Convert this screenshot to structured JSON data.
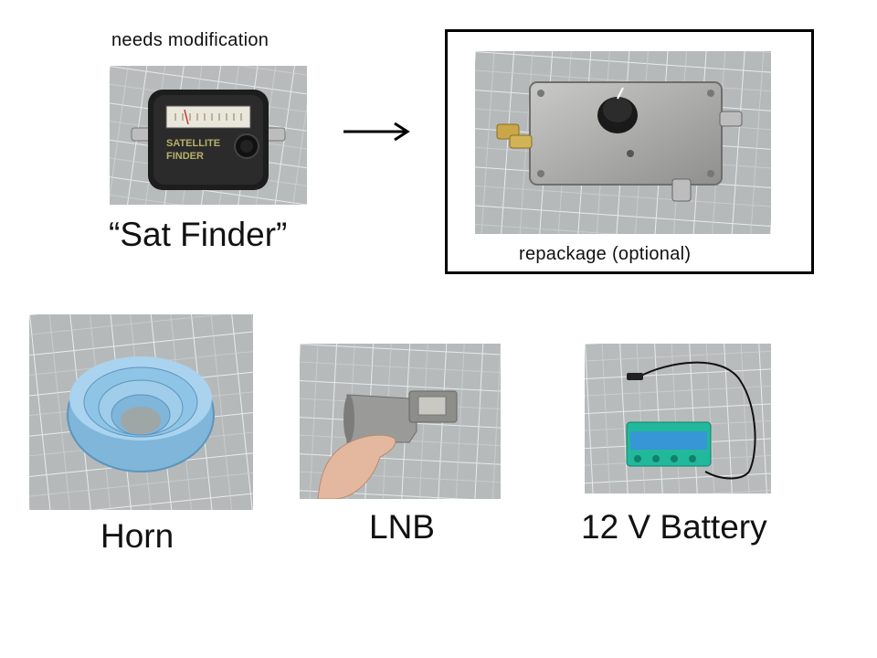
{
  "sat_finder": {
    "caption_top": "needs modification",
    "label": "“Sat Finder”",
    "device_text_line1": "SATELLITE",
    "device_text_line2": "FINDER"
  },
  "repackage": {
    "caption": "repackage (optional)"
  },
  "horn": {
    "label": "Horn"
  },
  "lnb": {
    "label": "LNB"
  },
  "battery": {
    "label": "12 V Battery"
  },
  "colors": {
    "mat": "#b9bcbd",
    "mat_line": "#e8ecec",
    "horn_blue": "#8ec4e6",
    "lnb_grey": "#9a9b98",
    "battery_green": "#21b99c",
    "battery_blue": "#3a8fe0",
    "enclosure": "#a9aaa7"
  }
}
